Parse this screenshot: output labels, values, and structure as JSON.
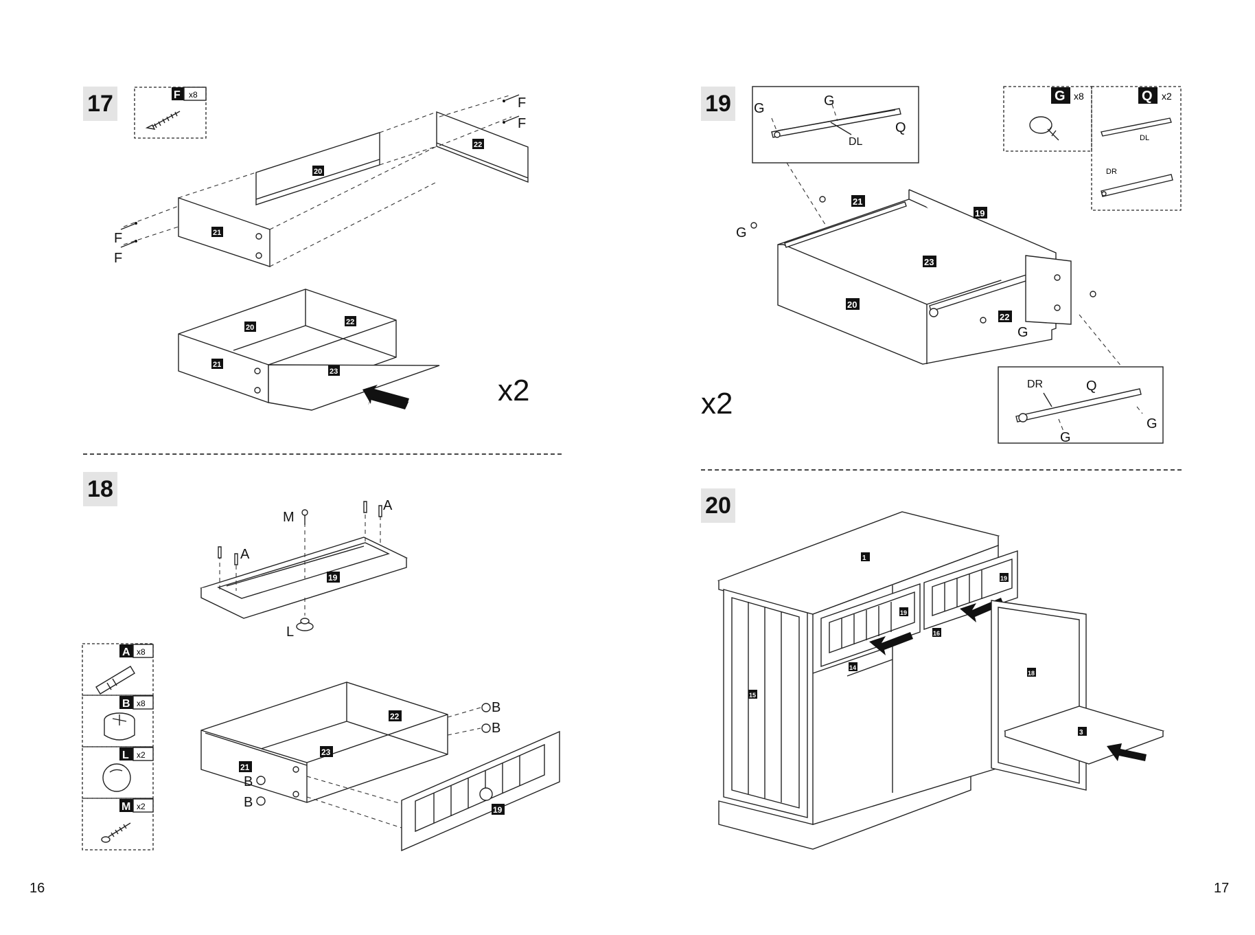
{
  "left_page": {
    "page_number": "16",
    "step17": {
      "number": "17",
      "part_box": {
        "letter": "F",
        "qty": "x8"
      },
      "callouts": [
        "F",
        "F",
        "F",
        "F"
      ],
      "panels": [
        "20",
        "22",
        "21",
        "20",
        "22",
        "21",
        "23"
      ],
      "multiplier": "x2"
    },
    "step18": {
      "number": "18",
      "callouts": {
        "m": "M",
        "a1": "A",
        "a2": "A",
        "l": "L",
        "b1": "B",
        "b2": "B",
        "b3": "B",
        "b4": "B"
      },
      "panels": [
        "19",
        "22",
        "23",
        "21",
        "19"
      ],
      "parts": [
        {
          "letter": "A",
          "qty": "x8"
        },
        {
          "letter": "B",
          "qty": "x8"
        },
        {
          "letter": "L",
          "qty": "x2"
        },
        {
          "letter": "M",
          "qty": "x2"
        }
      ]
    }
  },
  "right_page": {
    "page_number": "17",
    "step19": {
      "number": "19",
      "parts": [
        {
          "letter": "G",
          "qty": "x8"
        },
        {
          "letter": "Q",
          "qty": "x2"
        }
      ],
      "inset_top": {
        "g1": "G",
        "g2": "G",
        "q": "Q",
        "dl": "DL"
      },
      "parts_rail_labels": {
        "dl": "DL",
        "dr": "DR"
      },
      "inset_bottom": {
        "dr": "DR",
        "q": "Q",
        "g1": "G",
        "g2": "G"
      },
      "main_callouts": {
        "g_left": "G",
        "g_right": "G"
      },
      "panels": [
        "21",
        "19",
        "23",
        "20",
        "22"
      ],
      "multiplier": "x2"
    },
    "step20": {
      "number": "20",
      "panels": [
        "1",
        "19",
        "19",
        "14",
        "16",
        "18",
        "15",
        "3"
      ]
    }
  }
}
